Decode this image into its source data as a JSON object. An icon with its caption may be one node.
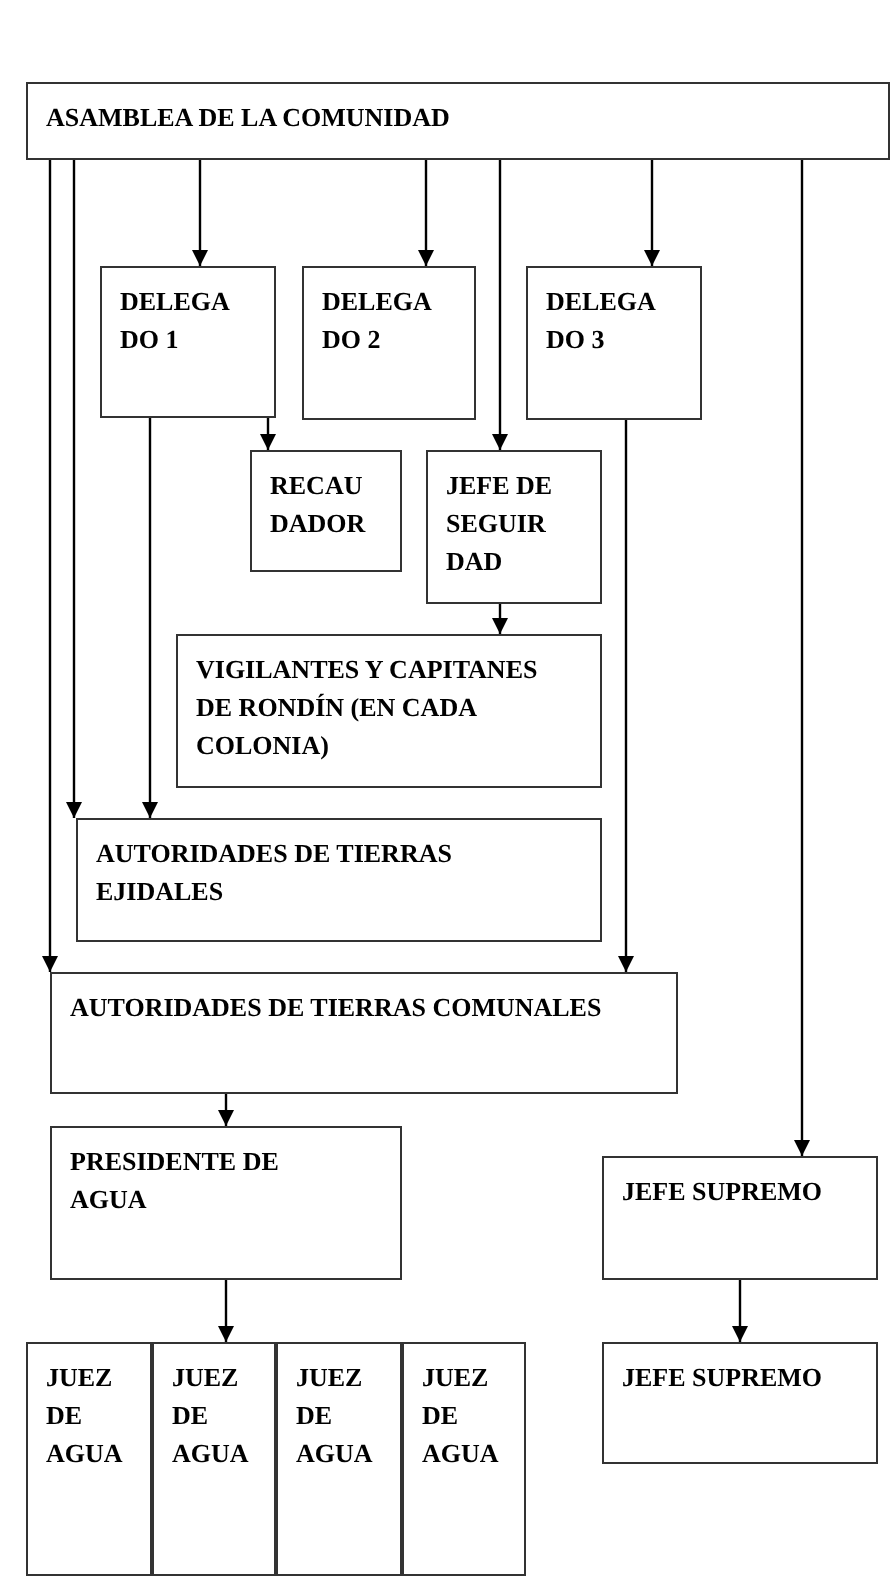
{
  "diagram": {
    "nodes": [
      {
        "text": [
          "ASAMBLEA DE LA COMUNIDAD"
        ]
      },
      {
        "text": [
          "DELEGA DO 1"
        ]
      },
      {
        "text": [
          "DELEGA DO 2"
        ]
      },
      {
        "text": [
          "DELEGA DO 3"
        ]
      },
      {
        "text": [
          "RECAU DADOR"
        ]
      },
      {
        "text": [
          "JEFE DE SEGUIR DAD"
        ]
      },
      {
        "text": [
          "VIGILANTES Y CAPITANES DE RONDÍN (EN CADA COLONIA)"
        ]
      },
      {
        "text": [
          "AUTORIDADES DE TIERRAS EJIDALES"
        ]
      },
      {
        "text": [
          "AUTORIDADES DE TIERRAS COMUNALES"
        ]
      },
      {
        "text": [
          "PRESIDENTE DE AGUA"
        ]
      },
      {
        "text": [
          "JUEZ DE AGUA"
        ]
      },
      {
        "text": [
          "JUEZ DE AGUA"
        ]
      },
      {
        "text": [
          "JUEZ DE AGUA"
        ]
      },
      {
        "text": [
          "JUEZ DE AGUA"
        ]
      },
      {
        "text": [
          "JEFE SUPREMO"
        ]
      },
      {
        "text": [
          "JEFE SUPREMO"
        ]
      }
    ],
    "edges": [
      {
        "from": 0,
        "to": 1,
        "arrow": "to"
      },
      {
        "from": 0,
        "to": 2,
        "arrow": "to"
      },
      {
        "from": 0,
        "to": 3,
        "arrow": "to"
      },
      {
        "from": 0,
        "to": 5,
        "arrow": "to"
      },
      {
        "from": 0,
        "to": 7,
        "arrow": "to"
      },
      {
        "from": 0,
        "to": 8,
        "arrow": "to"
      },
      {
        "from": 0,
        "to": 14,
        "arrow": "to"
      },
      {
        "from": 1,
        "to": 4,
        "arrow": "to"
      },
      {
        "from": 1,
        "to": 7,
        "arrow": "to"
      },
      {
        "from": 3,
        "to": 8,
        "arrow": "to"
      },
      {
        "from": 5,
        "to": 6,
        "arrow": "to"
      },
      {
        "from": 8,
        "to": 9,
        "arrow": "to"
      },
      {
        "from": 9,
        "to": 11,
        "arrow": "to"
      },
      {
        "from": 14,
        "to": 15,
        "arrow": "to"
      }
    ]
  }
}
